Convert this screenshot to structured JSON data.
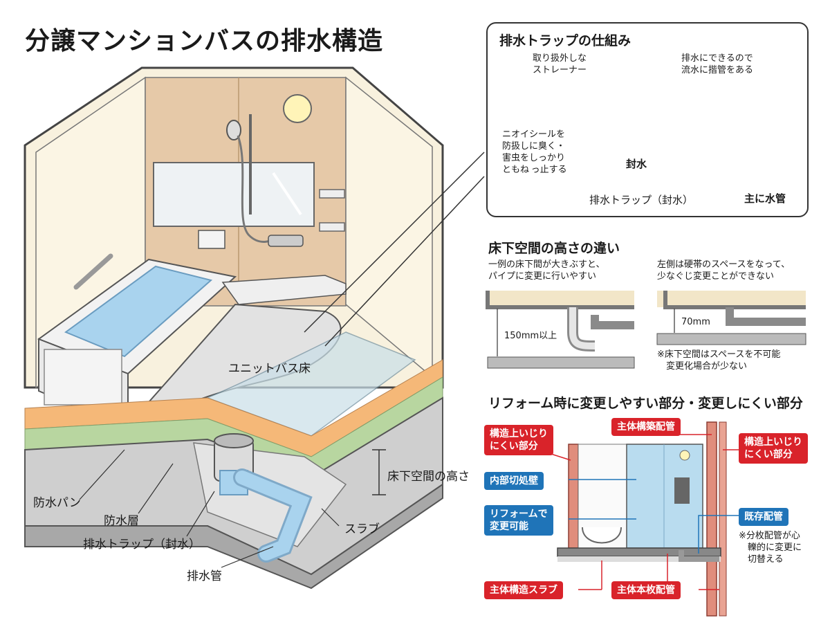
{
  "title": "分譲マンションバスの排水構造",
  "main": {
    "unit_floor": "ユニットバス床",
    "floor_height": "床下空間の高さ",
    "slab": "スラブ",
    "waterproof_pan": "防水パン",
    "waterproof_layer": "防水層",
    "drain_trap": "排水トラップ（封水）",
    "drain_pipe": "排水管"
  },
  "trap_box": {
    "title": "排水トラップの仕組み",
    "strainer": "取り扱外しな\nストレーナー",
    "flow_note": "排水にできるので\n流水に揩管をある",
    "seal_note": "ニオイシールを\n防扱しに臭く・\n害虫をしっかり\nともね っ止する",
    "seal_label": "封水",
    "trap_label": "排水トラップ（封水）",
    "main_pipe": "主に水管"
  },
  "height_section": {
    "title": "床下空間の高さの違い",
    "left_desc": "一例の床下間が大きぶすと、\nパイプに変更に行いやすい",
    "right_desc": "左側は硬帯のスペースをなって、\n少なぐじ変更ことができない",
    "left_dim": "150mm以上",
    "right_dim": "70mm",
    "right_note": "※床下空間はスペースを不可能\n　変更化場合が少ない"
  },
  "reform_section": {
    "title": "リフォーム時に変更しやすい部分・変更しにくい部分",
    "tag_struct_left": "構造上いじり\nにくい部分",
    "tag_main_pipe_top": "主体構築配管",
    "tag_struct_right": "構造上いじり\nにくい部分",
    "tag_inner_wall": "内部切処壁",
    "tag_reform": "リフォームで\n変更可能",
    "tag_existing": "既存配管",
    "existing_note": "※分枚配管が心\n　轢的に変更に\n　切替える",
    "tag_slab": "主体構造スラブ",
    "tag_main_pipe_bottom": "主体本枚配管"
  },
  "colors": {
    "accent_red": "#d9232a",
    "accent_blue": "#1f74b8",
    "wall_tan": "#e6c9a8",
    "wall_cream": "#f8f1de",
    "water": "#a9d3ee",
    "pan_orange": "#f5b878",
    "layer_green": "#b8d6a0",
    "slab_gray": "#bdbdbd"
  }
}
